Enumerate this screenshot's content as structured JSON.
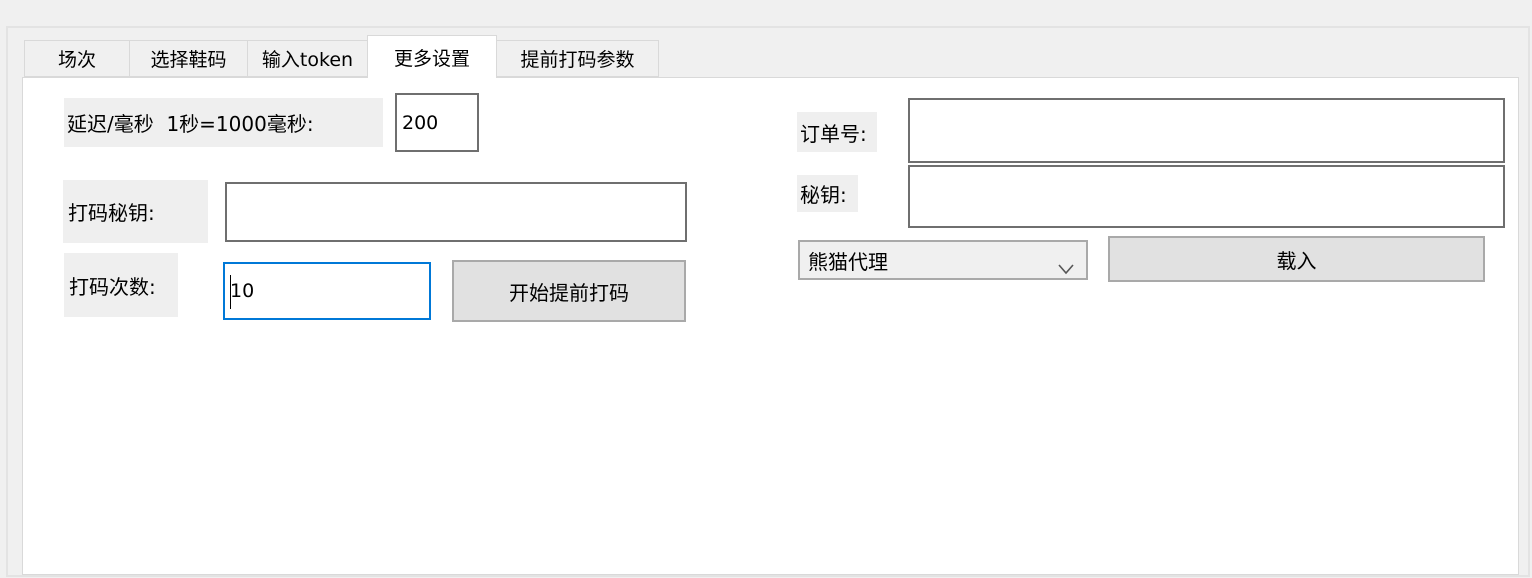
{
  "tabs": {
    "items": [
      {
        "label": "场次"
      },
      {
        "label": "选择鞋码"
      },
      {
        "label": "输入token"
      },
      {
        "label": "更多设置"
      },
      {
        "label": "提前打码参数"
      }
    ],
    "active_index": 3
  },
  "settings_panel": {
    "delay": {
      "label": "延迟/毫秒  1秒=1000毫秒:",
      "value": "200"
    },
    "captcha_key": {
      "label": "打码秘钥:",
      "value": ""
    },
    "captcha_count": {
      "label": "打码次数:",
      "value": "10"
    },
    "start_button": "开始提前打码"
  },
  "order_panel": {
    "order_no": {
      "label": "订单号:",
      "value": ""
    },
    "secret_key": {
      "label": "秘钥:",
      "value": ""
    },
    "proxy_dropdown": {
      "selected": "熊猫代理",
      "icon": "chevron-down-icon"
    },
    "load_button": "载入"
  },
  "colors": {
    "window_bg": "#f0f0f0",
    "page_bg": "#ffffff",
    "label_bg": "#efefef",
    "input_border": "#6f6f6f",
    "focus_border": "#0078d7",
    "button_bg": "#e1e1e1",
    "button_border": "#a9a9a9"
  }
}
